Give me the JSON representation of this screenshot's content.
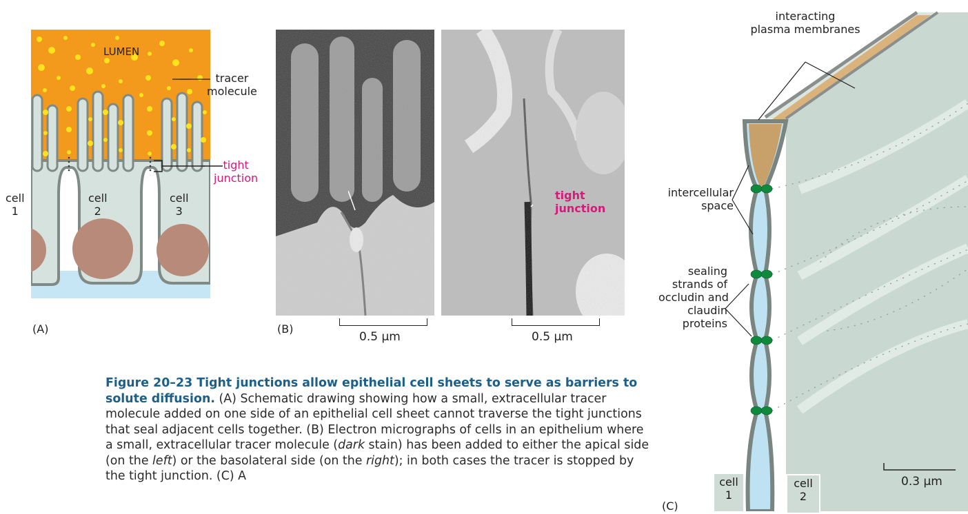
{
  "panel_a": {
    "panel_label": "(A)",
    "lumen": "LUMEN",
    "tracer": "tracer\nmolecule",
    "tight_junction": "tight\njunction",
    "cell1": "cell\n1",
    "cell2": "cell\n2",
    "cell3": "cell\n3"
  },
  "panel_b": {
    "panel_label": "(B)",
    "tight_junction": "tight\njunction",
    "scale_left": "0.5 µm",
    "scale_right": "0.5 µm"
  },
  "panel_c": {
    "panel_label": "(C)",
    "membranes": "interacting\nplasma membranes",
    "intercellular": "intercellular\nspace",
    "sealing": "sealing\nstrands of\noccludin and\nclaudin\nproteins",
    "scale": "0.3 µm",
    "cell1": "cell\n1",
    "cell2": "cell\n2"
  },
  "caption": {
    "title": "Figure 20–23 Tight junctions allow epithelial cell sheets to serve as barriers to solute diffusion.",
    "t1": " (A) Schematic drawing showing how a small, extracellular tracer molecule added on one side of an epithelial cell sheet cannot traverse the tight junctions that seal adjacent cells together. (B) Electron micrographs of cells in an epithelium where a small, extracellular tracer molecule (",
    "dark": "dark",
    "t2": " stain) has been added to either the apical side (on the ",
    "left": "left",
    "t3": ") or the basolateral side (on the ",
    "right": "right",
    "t4": "); in both cases the tracer is stopped by the tight junction. (C) A"
  },
  "colors": {
    "lumen": "#f39a1c",
    "tracer_dot": "#fde21e",
    "cell": "#d5e2dd",
    "interstitial": "#c6e6f6",
    "nucleus": "#b88a7a",
    "junction_green": "#0e8a3c",
    "caption_title": "#1b5f8a",
    "label_pink": "#d6197a"
  }
}
